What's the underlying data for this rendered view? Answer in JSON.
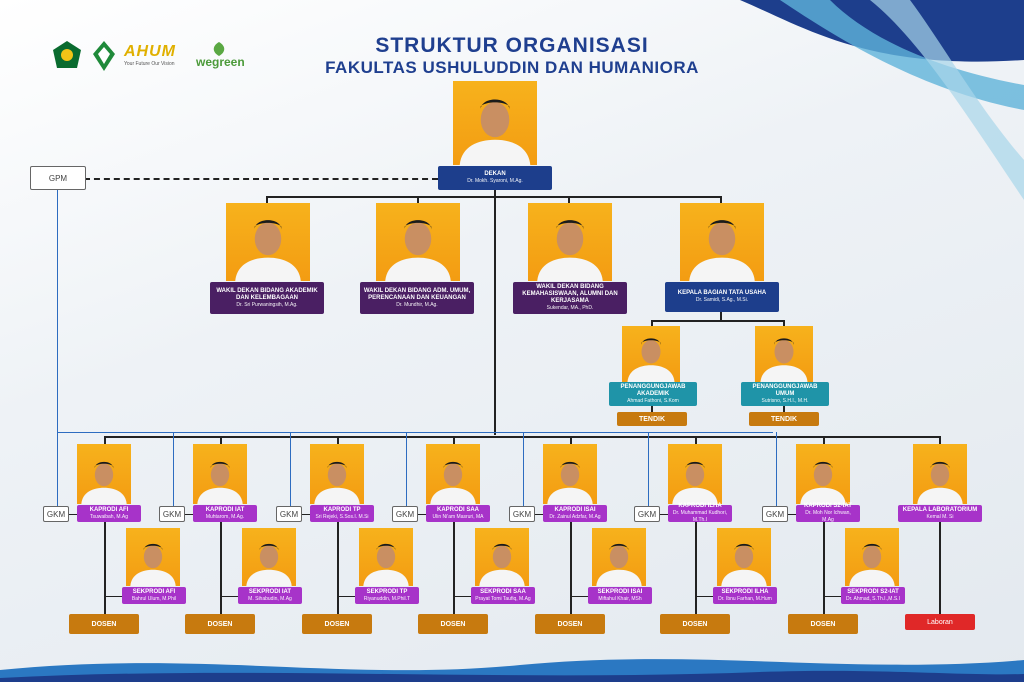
{
  "header": {
    "title": "STRUKTUR ORGANISASI",
    "subtitle": "FAKULTAS USHULUDDIN DAN HUMANIORA",
    "logos": {
      "uin_brand": "AHUM",
      "uin_tagline": "Your Future Our Vision",
      "wegreen": "wegreen"
    }
  },
  "gpm": {
    "label": "GPM"
  },
  "dekan": {
    "role": "DEKAN",
    "name": "Dr. Mokh. Syaroni, M.Ag."
  },
  "wakil": [
    {
      "role": "WAKIL DEKAN BIDANG AKADEMIK DAN KELEMBAGAAN",
      "name": "Dr. Sri Purwaningsih, M.Ag."
    },
    {
      "role": "WAKIL DEKAN BIDANG ADM. UMUM, PERENCANAAN DAN KEUANGAN",
      "name": "Dr. Mundhir, M.Ag."
    },
    {
      "role": "WAKIL DEKAN BIDANG KEMAHASISWAAN, ALUMNI DAN KERJASAMA",
      "name": "Sukendar, MA., PhD."
    },
    {
      "role": "KEPALA BAGIAN TATA USAHA",
      "name": "Dr. Samidi, S.Ag., M.Si."
    }
  ],
  "pj": [
    {
      "role": "PENANGGUNGJAWAB AKADEMIK",
      "name": "Ahmad Fathoni, S.Kom",
      "tendik": "TENDIK"
    },
    {
      "role": "PENANGGUNGJAWAB UMUM",
      "name": "Sutrisno, S.H.I., M.H.",
      "tendik": "TENDIK"
    }
  ],
  "gkm_label": "GKM",
  "prodi": [
    {
      "kaprodi": "KAPRODI AFI",
      "kname": "Tsuwaibah, M.Ag",
      "sek": "SEKPRODI AFI",
      "sname": "Bahrul Ulum, M.Phil",
      "dosen": "DOSEN"
    },
    {
      "kaprodi": "KAPRODI IAT",
      "kname": "Muhtarom, M.Ag.",
      "sek": "SEKPRODI IAT",
      "sname": "M. Sihabudin, M.Ag",
      "dosen": "DOSEN"
    },
    {
      "kaprodi": "KAPRODI TP",
      "kname": "Sri Rejeki, S.Sos.I. M.Si",
      "sek": "SEKPRODI TP",
      "sname": "Riyanuddin, M.Phil.T",
      "dosen": "DOSEN"
    },
    {
      "kaprodi": "KAPRODI SAA",
      "kname": "Ulin Ni'am Masruri, MA",
      "sek": "SEKPRODI SAA",
      "sname": "Prayat Tomi Taufiq, M.Ag",
      "dosen": "DOSEN"
    },
    {
      "kaprodi": "KAPRODI ISAI",
      "kname": "Dr. Zainul Adzfar, M.Ag",
      "sek": "SEKPRODI ISAI",
      "sname": "Miftahul Khair, MSh",
      "dosen": "DOSEN"
    },
    {
      "kaprodi": "KAPRODI ILHA",
      "kname": "Dr. Muhammad Kudhori, M.Th.I",
      "sek": "SEKPRODI ILHA",
      "sname": "Dr. Ibnu Farhan, M.Hum",
      "dosen": "DOSEN"
    },
    {
      "kaprodi": "KAPRODI S2-IAT",
      "kname": "Dr. Moh Nor Ichwan, M.Ag",
      "sek": "SEKPRODI S2-IAT",
      "sname": "Dr. Ahmad, S.Th.I.,M.S.I",
      "dosen": "DOSEN"
    }
  ],
  "lab": {
    "role": "KEPALA LABORATORIUM",
    "name": "Kemal M. Si",
    "laboran": "Laboran"
  },
  "colors": {
    "navy": "#1d3e8c",
    "purple": "#4a1f63",
    "teal": "#1f94a8",
    "violet": "#a733c9",
    "orange": "#c77a0f",
    "red": "#e02828",
    "photo_bg": "#f4a61a"
  }
}
